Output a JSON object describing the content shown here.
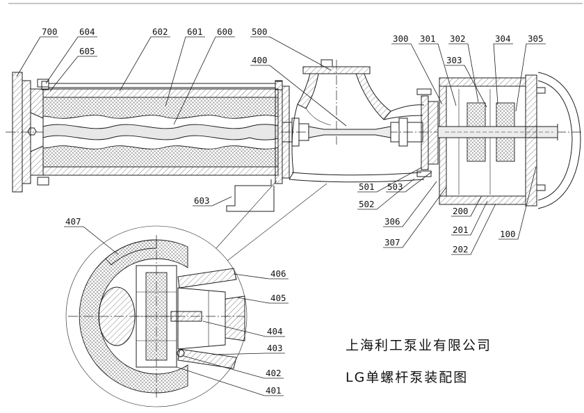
{
  "drawing": {
    "company": "上海利工泵业有限公司",
    "title": "LG单螺杆泵装配图"
  },
  "callouts": {
    "c100": "100",
    "c200": "200",
    "c201": "201",
    "c202": "202",
    "c300": "300",
    "c301": "301",
    "c302": "302",
    "c303": "303",
    "c304": "304",
    "c305": "305",
    "c306": "306",
    "c307": "307",
    "c400": "400",
    "c401": "401",
    "c402": "402",
    "c403": "403",
    "c404": "404",
    "c405": "405",
    "c406": "406",
    "c407": "407",
    "c500": "500",
    "c501": "501",
    "c502": "502",
    "c503": "503",
    "c600": "600",
    "c601": "601",
    "c602": "602",
    "c603": "603",
    "c604": "604",
    "c605": "605",
    "c700": "700"
  }
}
